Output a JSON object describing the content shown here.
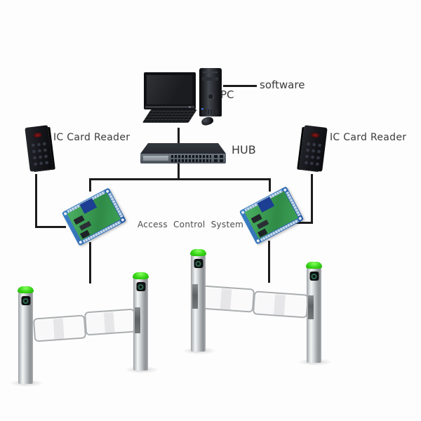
{
  "labels": {
    "software": "software",
    "pc": "PC",
    "hub": "HUB",
    "ic_card_reader_left": "IC Card Reader",
    "ic_card_reader_right": "IC Card Reader",
    "access_control_system": "Access Control System"
  },
  "colors": {
    "background": "#fdfdfd",
    "connector_line": "#1c1c1c",
    "label_text": "#3b3b3b",
    "post_cap_green": "#35d414",
    "pcb_green": "#3da055",
    "pcb_blue": "#2d6db4",
    "reader_body": "#16171b",
    "hub_body": "#2e3338",
    "post_metal": "#cfd3d5"
  },
  "components": [
    {
      "id": "pc",
      "type": "desktop-computer",
      "label": "PC"
    },
    {
      "id": "hub",
      "type": "network-switch",
      "label": "HUB"
    },
    {
      "id": "card-reader-left",
      "type": "ic-card-reader",
      "label": "IC Card Reader"
    },
    {
      "id": "card-reader-right",
      "type": "ic-card-reader",
      "label": "IC Card Reader"
    },
    {
      "id": "control-board-left",
      "type": "access-control-board"
    },
    {
      "id": "control-board-right",
      "type": "access-control-board"
    },
    {
      "id": "swing-gate-left",
      "type": "swing-barrier-gate"
    },
    {
      "id": "swing-gate-right",
      "type": "swing-barrier-gate"
    }
  ],
  "connections": [
    {
      "from": "pc",
      "to": "software-label"
    },
    {
      "from": "pc",
      "to": "hub"
    },
    {
      "from": "hub",
      "to": "control-board-left"
    },
    {
      "from": "hub",
      "to": "control-board-right"
    },
    {
      "from": "card-reader-left",
      "to": "control-board-left"
    },
    {
      "from": "card-reader-right",
      "to": "control-board-right"
    },
    {
      "from": "control-board-left",
      "to": "swing-gate-left"
    },
    {
      "from": "control-board-right",
      "to": "swing-gate-right"
    }
  ]
}
